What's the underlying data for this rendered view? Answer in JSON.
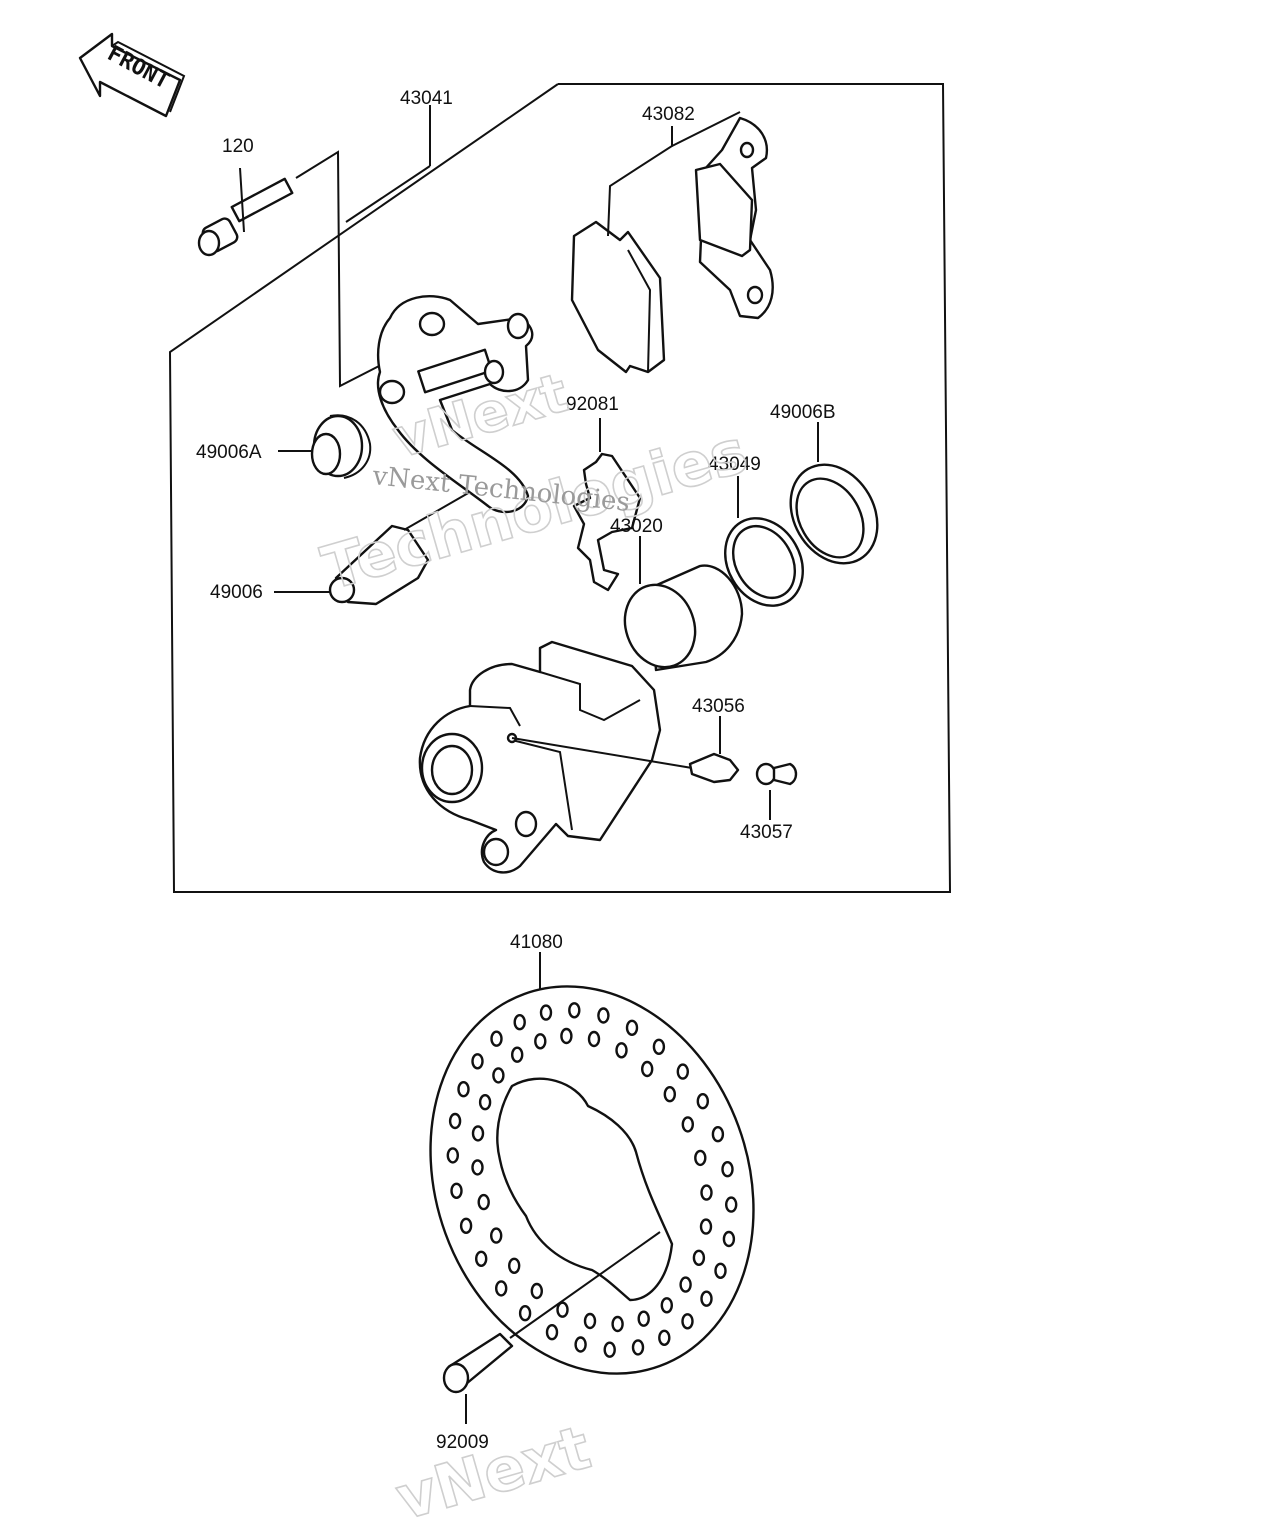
{
  "front_arrow": {
    "label": "FRONT"
  },
  "labels": {
    "p120": "120",
    "p43041": "43041",
    "p43082": "43082",
    "p92081": "92081",
    "p49006B": "49006B",
    "p49006A": "49006A",
    "p43049": "43049",
    "p43020": "43020",
    "p49006": "49006",
    "p43056": "43056",
    "p43057": "43057",
    "p41080": "41080",
    "p92009": "92009"
  },
  "watermark": {
    "brand_upper": "vNext",
    "brand_lower": "Technologies",
    "brand_full": "vNext Technologies"
  }
}
